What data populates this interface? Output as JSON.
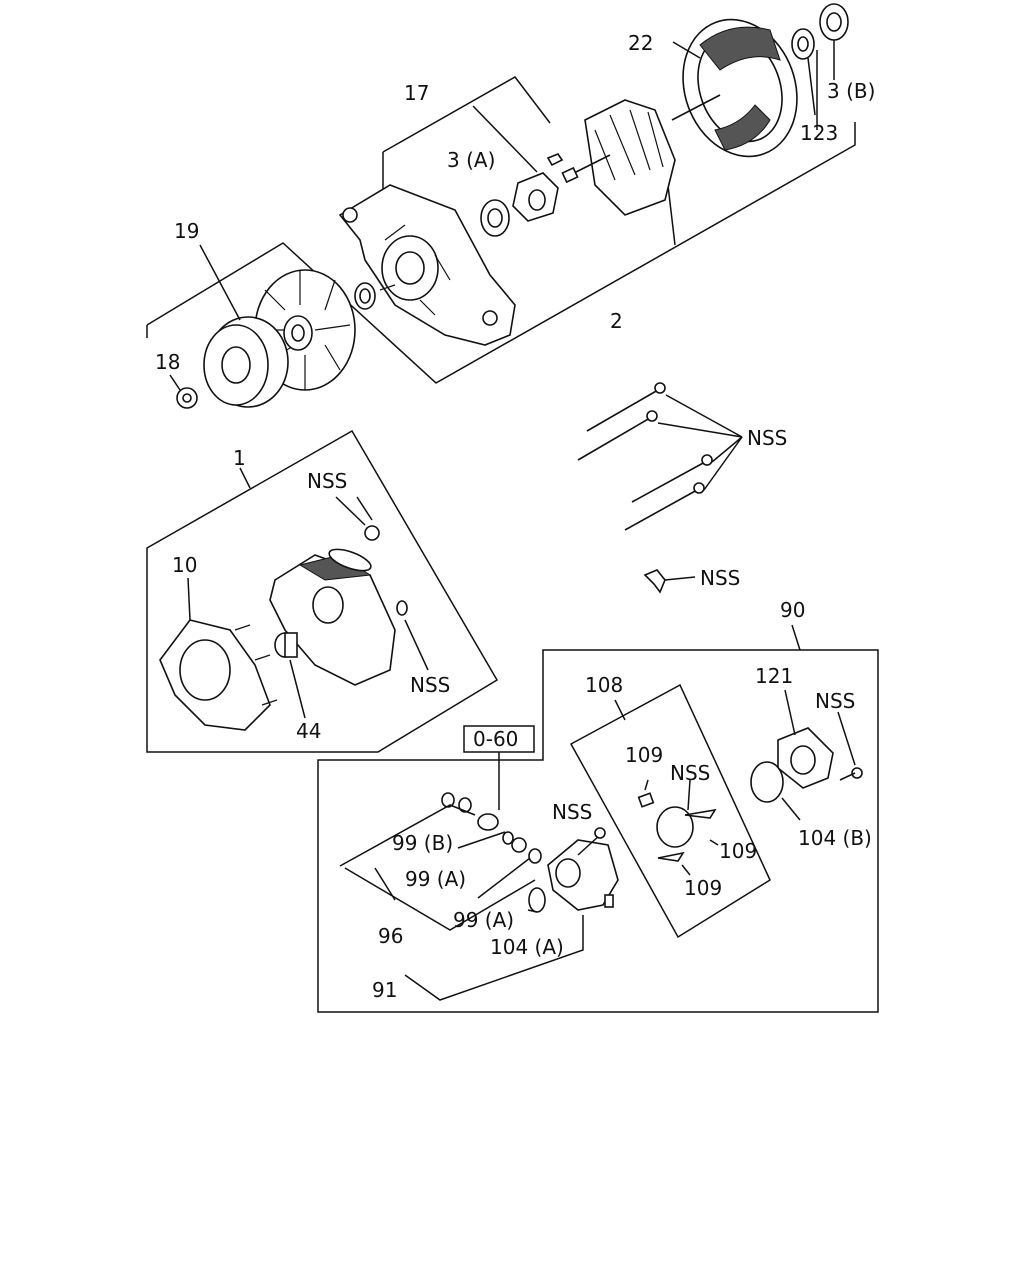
{
  "callouts": {
    "c22": "22",
    "c17": "17",
    "c3a": "3 (A)",
    "c3b": "3 (B)",
    "c123": "123",
    "c19": "19",
    "c18": "18",
    "c2": "2",
    "c_nss_bolts": "NSS",
    "c_nss_clip": "NSS",
    "c1": "1",
    "c_nss_top": "NSS",
    "c10": "10",
    "c_nss_nut": "NSS",
    "c44": "44",
    "c90": "90",
    "c108": "108",
    "c121": "121",
    "c_nss_121": "NSS",
    "c_box": "0-60",
    "c109a": "109",
    "c_nss_108": "NSS",
    "c109b": "109",
    "c109c": "109",
    "c104b": "104 (B)",
    "c_nss_91": "NSS",
    "c99b": "99 (B)",
    "c99a1": "99 (A)",
    "c99a2": "99 (A)",
    "c104a": "104 (A)",
    "c96": "96",
    "c91": "91"
  },
  "colors": {
    "ink": "#111111",
    "paper": "#ffffff"
  }
}
